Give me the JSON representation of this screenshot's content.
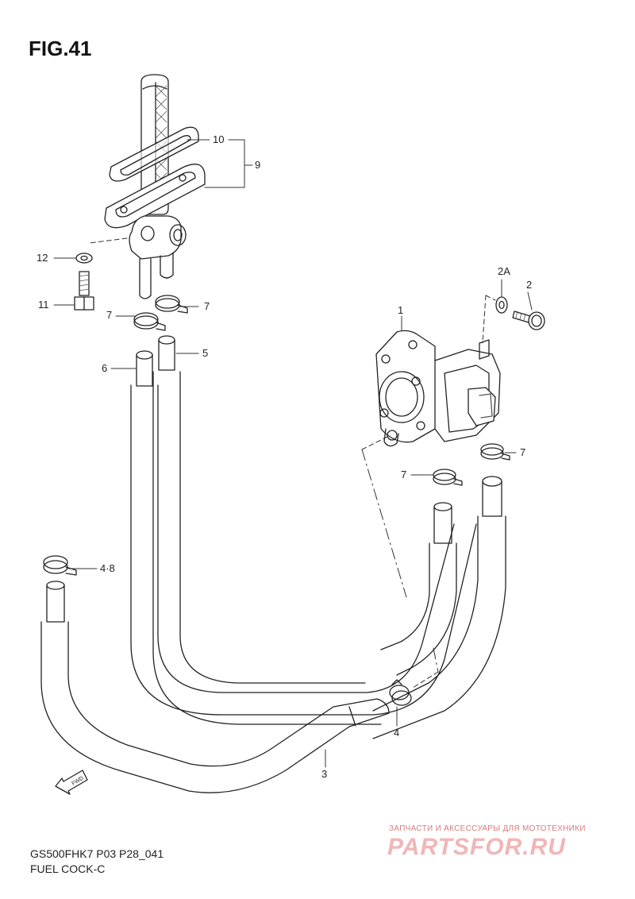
{
  "figure": {
    "title": "FIG.41"
  },
  "callouts": {
    "c1": "1",
    "c2": "2",
    "c2a": "2A",
    "c3": "3",
    "c4": "4",
    "c48": "4·8",
    "c5": "5",
    "c6": "6",
    "c7a": "7",
    "c7b": "7",
    "c7c": "7",
    "c7d": "7",
    "c9": "9",
    "c10": "10",
    "c11": "11",
    "c12": "12"
  },
  "fwd_label": "FWD",
  "footer": {
    "code": "GS500FHK7 P03 P28_041",
    "name": "FUEL COCK-C"
  },
  "watermark": {
    "line": "ЗАПЧАСТИ И АКСЕССУАРЫ ДЛЯ МОТОТЕХНИКИ",
    "logo": "PARTSFOR.RU"
  },
  "colors": {
    "line": "#222222",
    "hatch": "#666666",
    "watermark": "#e8a0a0"
  }
}
